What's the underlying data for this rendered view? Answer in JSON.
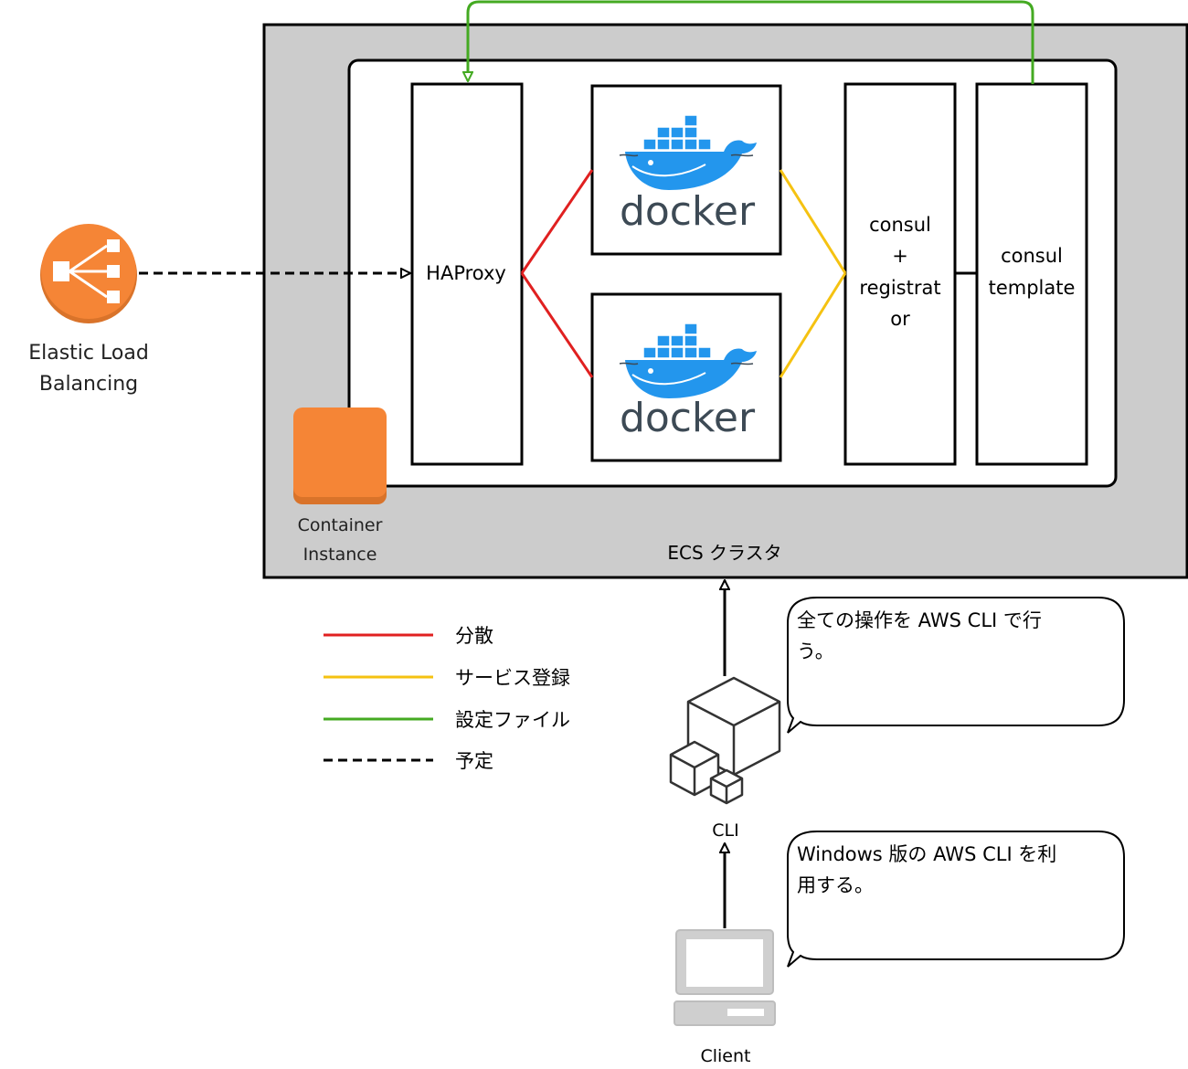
{
  "elb": {
    "label_line1": "Elastic Load",
    "label_line2": "Balancing",
    "icon": "load-balancer-icon",
    "color": "#f58536"
  },
  "cluster": {
    "label": "ECS クラスタ",
    "fill": "#cccccc"
  },
  "container_instance": {
    "label_line1": "Container",
    "label_line2": "Instance",
    "icon": "container-instance-icon",
    "color": "#f58536"
  },
  "haproxy": {
    "label": "HAProxy"
  },
  "docker": {
    "word": "docker",
    "icon": "docker-whale-icon",
    "color": "#2396ed"
  },
  "consul_registrator": {
    "line1": "consul",
    "line2": "+",
    "line3": "registrat",
    "line4": "or"
  },
  "consul_template": {
    "line1": "consul",
    "line2": "template"
  },
  "legend": {
    "items": [
      {
        "label": "分散",
        "color": "#e02020",
        "style": "solid"
      },
      {
        "label": "サービス登録",
        "color": "#f5c211",
        "style": "solid"
      },
      {
        "label": "設定ファイル",
        "color": "#44aa22",
        "style": "solid"
      },
      {
        "label": "予定",
        "color": "#000000",
        "style": "dashed"
      }
    ]
  },
  "cli": {
    "label": "CLI",
    "icon": "cubes-icon"
  },
  "client": {
    "label": "Client",
    "icon": "laptop-icon"
  },
  "callouts": {
    "cli_line1": "全ての操作を AWS CLI で行",
    "cli_line2": "う。",
    "client_line1": "Windows 版の AWS CLI を利",
    "client_line2": "用する。"
  }
}
